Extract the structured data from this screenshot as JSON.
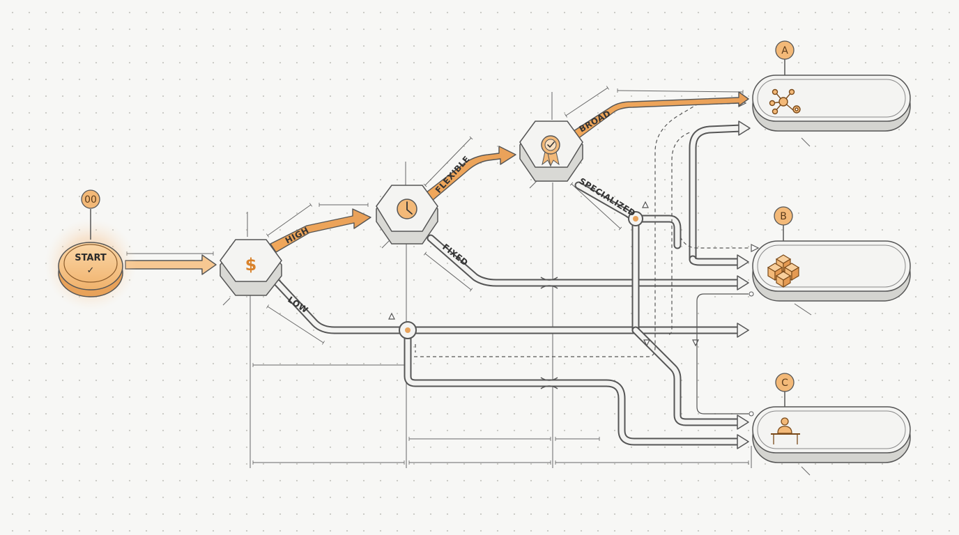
{
  "start": {
    "badge": "00",
    "label": "START",
    "check": "✓"
  },
  "branches": {
    "high": "HIGH",
    "low": "LOW",
    "flexible": "FLEXIBLE",
    "fixed": "FIXED",
    "broad": "BROAD",
    "specialized": "SPECIALIZED"
  },
  "decision_icons": [
    "dollar-icon",
    "clock-icon",
    "award-badge-icon"
  ],
  "outcomes": [
    {
      "badge": "A",
      "icon": "network-gear-icon"
    },
    {
      "badge": "B",
      "icon": "stacked-boxes-icon"
    },
    {
      "badge": "C",
      "icon": "person-at-desk-icon"
    }
  ],
  "colors": {
    "accent": "#e8a25a",
    "accent_dark": "#c9762a",
    "line": "#555555",
    "node_fill": "#f4f4f2",
    "badge_fill": "#f3b978"
  }
}
